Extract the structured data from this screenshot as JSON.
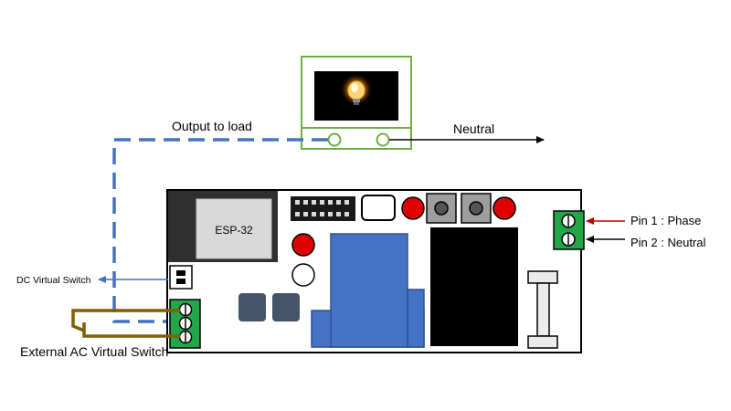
{
  "labels": {
    "output_to_load": "Output to load",
    "neutral": "Neutral",
    "esp32": "ESP-32",
    "pin1": "Pin 1 : Phase",
    "pin2": "Pin 2 : Neutral",
    "dc_virtual_switch": "DC Virtual Switch",
    "external_ac_virtual_switch": "External AC Virtual Switch"
  },
  "colors": {
    "board_outline": "#000000",
    "terminal_green": "#22a64a",
    "bulb_frame": "#70ad47",
    "relay_blue": "#4472c4",
    "dashed_wire": "#4472c4",
    "phase_arrow": "#c00000",
    "ac_wire": "#806000",
    "led_red": "#e00000",
    "button_grey": "#9e9e9e",
    "capacitor_slate": "#44546a",
    "esp_grey": "#d9d9d9"
  },
  "icons": {
    "bulb": "light-bulb-icon"
  }
}
